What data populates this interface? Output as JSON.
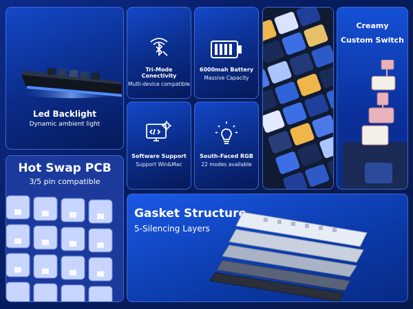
{
  "panels": {
    "led": {
      "title": "Led Backlight",
      "subtitle": "Dynamic ambient light",
      "icon": "keyboard-side-image"
    },
    "trimode": {
      "title": "Tri-Mode Conectivity",
      "subtitle": "Multi-device compatible",
      "icon": "wireless-bluetooth-usb-icon"
    },
    "battery": {
      "title": "6000mah Battery",
      "subtitle": "Massive Capacity",
      "icon": "battery-icon"
    },
    "software": {
      "title": "Software Support",
      "subtitle": "Support Win&Mac",
      "icon": "software-settings-icon"
    },
    "rgb": {
      "title": "South-Faced RGB",
      "subtitle": "22 modes available",
      "icon": "lightbulb-icon"
    },
    "switch": {
      "title_line1": "Creamy",
      "title_line2": "Custom Switch",
      "icon": "switch-image"
    },
    "hotswap": {
      "title": "Hot Swap PCB",
      "subtitle": "3/5 pin compatible",
      "icon": "pcb-sockets-image"
    },
    "gasket": {
      "title": "Gasket Structure",
      "subtitle": "5-Silencing Layers",
      "icon": "stacked-plates-image"
    },
    "keycaps": {
      "icon": "keycaps-closeup-image"
    }
  },
  "colors": {
    "background": "#0a1a4a",
    "card_border": "#3a6ad8",
    "accent_blue": "#1448c8",
    "switch_pink": "#e7b2bc"
  }
}
